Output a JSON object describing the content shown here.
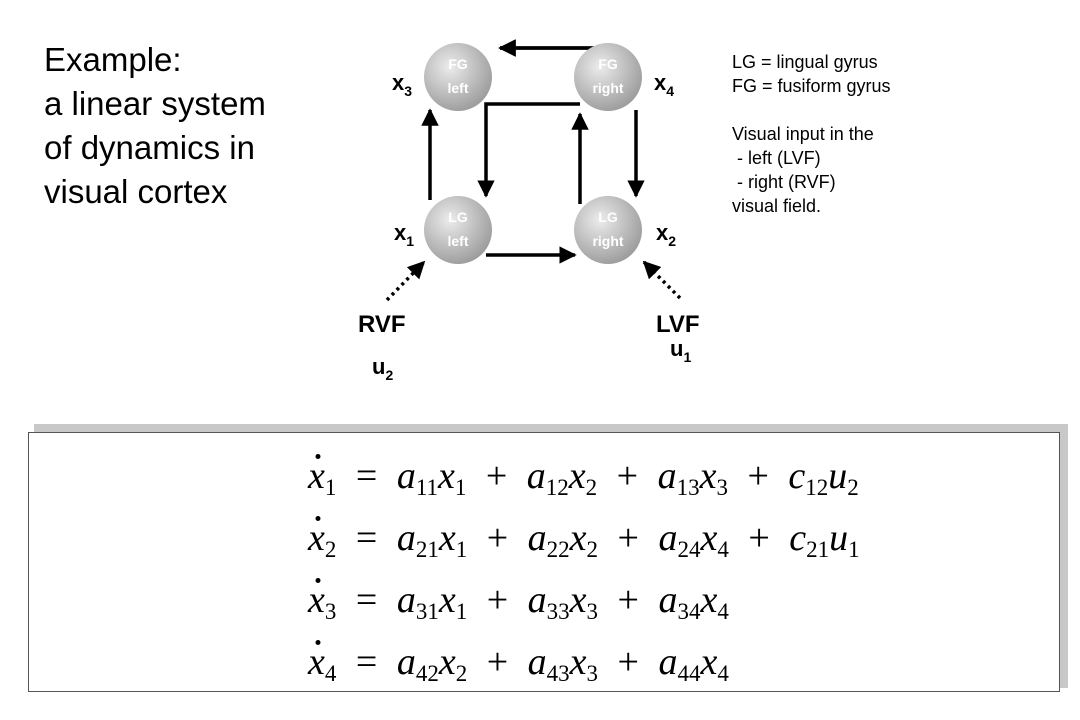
{
  "title": {
    "lines": [
      "Example:",
      "a linear system",
      "of dynamics in",
      "visual cortex"
    ]
  },
  "diagram": {
    "nodes": {
      "fg_left": {
        "line1": "FG",
        "line2": "left"
      },
      "fg_right": {
        "line1": "FG",
        "line2": "right"
      },
      "lg_left": {
        "line1": "LG",
        "line2": "left"
      },
      "lg_right": {
        "line1": "LG",
        "line2": "right"
      }
    },
    "labels": {
      "x1": {
        "base": "x",
        "sub": "1"
      },
      "x2": {
        "base": "x",
        "sub": "2"
      },
      "x3": {
        "base": "x",
        "sub": "3"
      },
      "x4": {
        "base": "x",
        "sub": "4"
      },
      "u1": {
        "base": "u",
        "sub": "1"
      },
      "u2": {
        "base": "u",
        "sub": "2"
      }
    },
    "inputs": {
      "rvf": "RVF",
      "lvf": "LVF"
    },
    "colors": {
      "node_fill": "#a8a8a8",
      "node_highlight": "#e8e8e8",
      "arrow": "#000000"
    }
  },
  "legend": {
    "lines": [
      "LG = lingual gyrus",
      "FG = fusiform gyrus",
      "",
      "Visual input in the",
      " - left (LVF)",
      " - right (RVF)",
      "visual field."
    ]
  },
  "equations": {
    "eq1": {
      "lhs": "x",
      "lhs_sub": "1",
      "terms": [
        {
          "coef": "a",
          "coef_sub": "11",
          "var": "x",
          "var_sub": "1"
        },
        {
          "coef": "a",
          "coef_sub": "12",
          "var": "x",
          "var_sub": "2"
        },
        {
          "coef": "a",
          "coef_sub": "13",
          "var": "x",
          "var_sub": "3"
        },
        {
          "coef": "c",
          "coef_sub": "12",
          "var": "u",
          "var_sub": "2"
        }
      ]
    },
    "eq2": {
      "lhs": "x",
      "lhs_sub": "2",
      "terms": [
        {
          "coef": "a",
          "coef_sub": "21",
          "var": "x",
          "var_sub": "1"
        },
        {
          "coef": "a",
          "coef_sub": "22",
          "var": "x",
          "var_sub": "2"
        },
        {
          "coef": "a",
          "coef_sub": "24",
          "var": "x",
          "var_sub": "4"
        },
        {
          "coef": "c",
          "coef_sub": "21",
          "var": "u",
          "var_sub": "1"
        }
      ]
    },
    "eq3": {
      "lhs": "x",
      "lhs_sub": "3",
      "terms": [
        {
          "coef": "a",
          "coef_sub": "31",
          "var": "x",
          "var_sub": "1"
        },
        {
          "coef": "a",
          "coef_sub": "33",
          "var": "x",
          "var_sub": "3"
        },
        {
          "coef": "a",
          "coef_sub": "34",
          "var": "x",
          "var_sub": "4"
        }
      ]
    },
    "eq4": {
      "lhs": "x",
      "lhs_sub": "4",
      "terms": [
        {
          "coef": "a",
          "coef_sub": "42",
          "var": "x",
          "var_sub": "2"
        },
        {
          "coef": "a",
          "coef_sub": "43",
          "var": "x",
          "var_sub": "3"
        },
        {
          "coef": "a",
          "coef_sub": "44",
          "var": "x",
          "var_sub": "4"
        }
      ]
    },
    "operators": {
      "equals": "=",
      "plus": "+"
    }
  }
}
